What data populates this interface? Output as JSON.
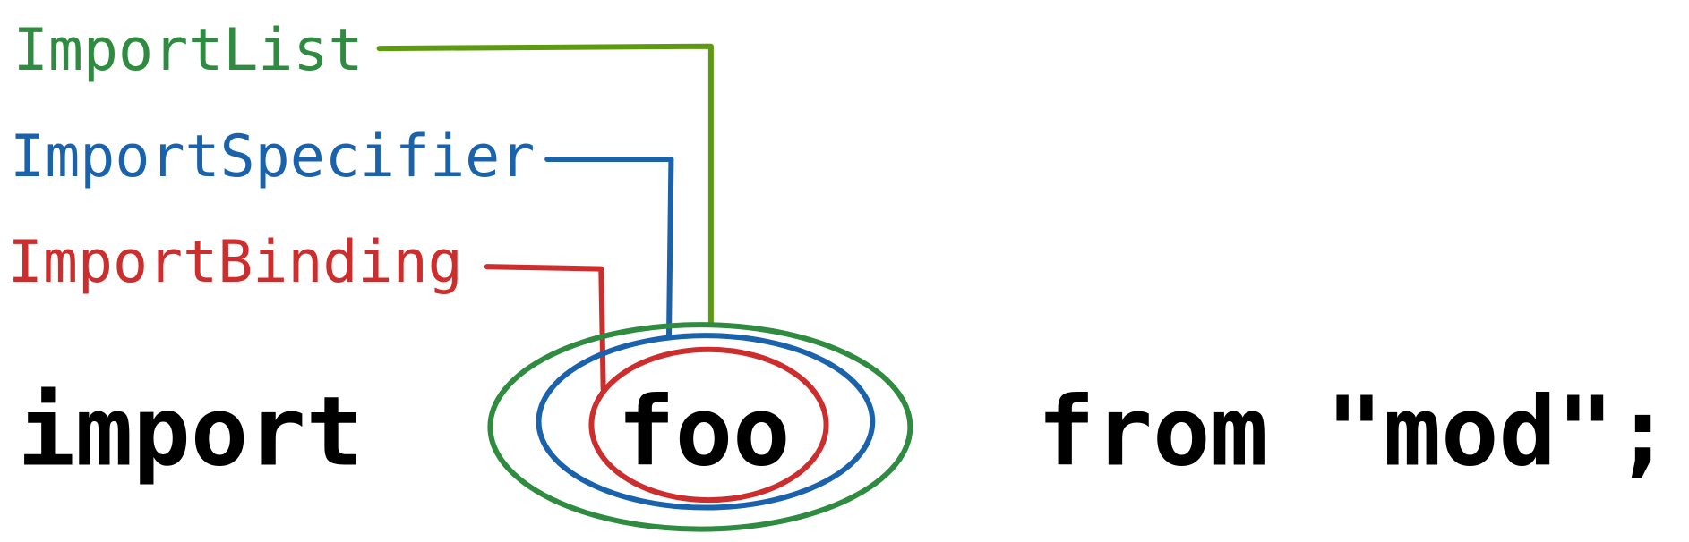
{
  "labels": {
    "import_list": "ImportList",
    "import_specifier": "ImportSpecifier",
    "import_binding": "ImportBinding"
  },
  "code": {
    "keyword_import": "import",
    "binding": "foo",
    "rest": "from \"mod\";"
  },
  "colors": {
    "import_list_text": "#2e8b40",
    "import_list_line": "#5e9a10",
    "import_list_ellipse": "#2e8b40",
    "import_specifier": "#1a62ab",
    "import_binding": "#cc2d2d"
  }
}
